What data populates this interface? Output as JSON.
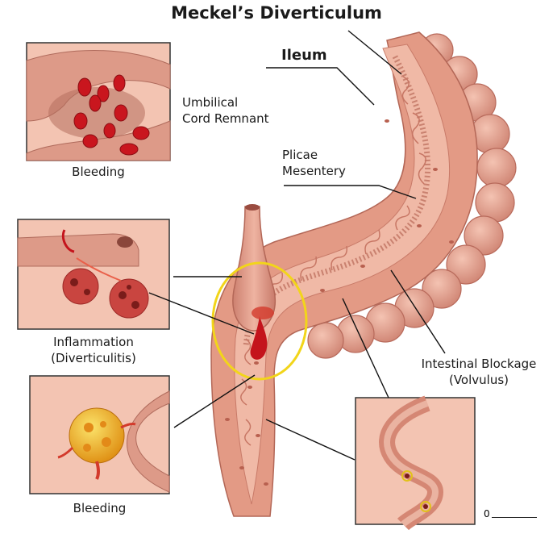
{
  "title": "Meckel’s Diverticulum",
  "labels": {
    "ileum": "Ileum",
    "umbilical_line1": "Umbilical",
    "umbilical_line2": "Cord Remnant",
    "plicae_line1": "Plicae",
    "plicae_line2": "Mesentery",
    "bleeding_top": "Bleeding",
    "inflammation_line1": "Inflammation",
    "inflammation_line2": "(Diverticulitis)",
    "bleeding_bottom": "Bleeding",
    "blockage_line1": "Intestinal Blockage",
    "blockage_line2": "(Volvulus)",
    "scale_zero": "0"
  },
  "colors": {
    "tissue": "#e7a28d",
    "tissue_dark": "#c9786a",
    "tissue_light": "#f4c9b8",
    "mucosa": "#d98c7a",
    "blood": "#c4141c",
    "highlight_ring": "#f2d51a",
    "infection": "#f0b419",
    "panel_bg": "#f3c7b5",
    "leader": "#111111"
  }
}
